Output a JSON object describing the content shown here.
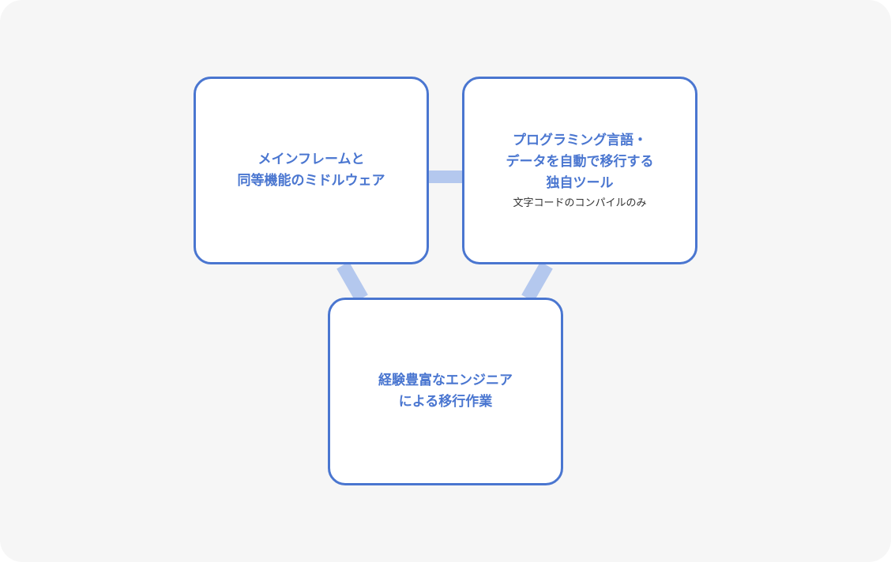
{
  "diagram": {
    "nodes": [
      {
        "id": "middleware",
        "title_lines": [
          "メインフレームと",
          "同等機能のミドルウェア"
        ]
      },
      {
        "id": "tool",
        "title_lines": [
          "プログラミング言語・",
          "データを自動で移行する",
          "独自ツール"
        ],
        "note": "文字コードのコンパイルのみ"
      },
      {
        "id": "engineers",
        "title_lines": [
          "経験豊富なエンジニア",
          "による移行作業"
        ]
      }
    ],
    "edges": [
      {
        "from": "middleware",
        "to": "tool"
      },
      {
        "from": "middleware",
        "to": "engineers"
      },
      {
        "from": "tool",
        "to": "engineers"
      }
    ],
    "colors": {
      "accent": "#4a76d0",
      "connector": "#b4c8ee",
      "background": "#f6f6f6",
      "box_fill": "#ffffff",
      "note_text": "#333333"
    }
  }
}
